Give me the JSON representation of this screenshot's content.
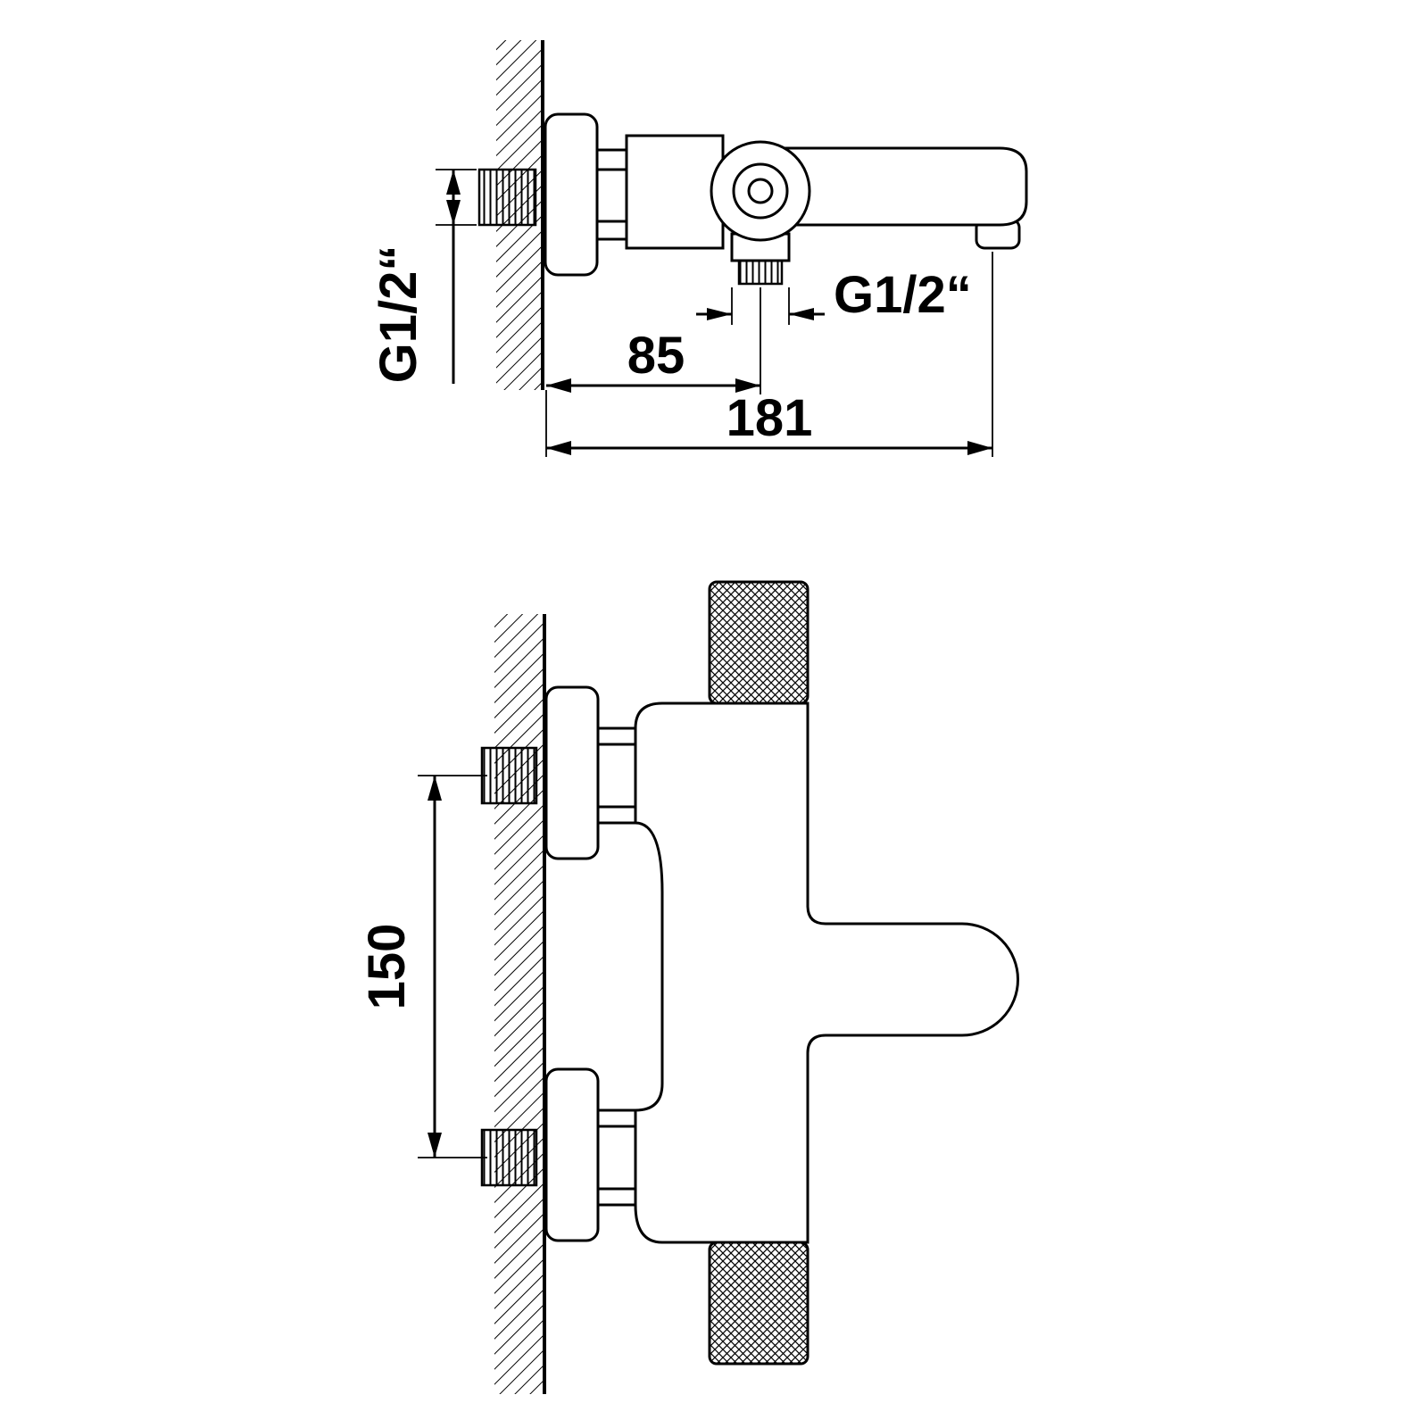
{
  "drawing": {
    "type": "technical-dimension-drawing",
    "subject": "wall-mounted bath/shower mixer tap, top view and front view",
    "background": "#ffffff",
    "line_color": "#000000",
    "views": {
      "top": {
        "labels": {
          "wall_thread": "G1/2“",
          "outlet_thread": "G1/2“",
          "wall_to_outlet_mm": "85",
          "total_projection_mm": "181"
        }
      },
      "front": {
        "labels": {
          "connection_centers_mm": "150"
        }
      }
    }
  }
}
